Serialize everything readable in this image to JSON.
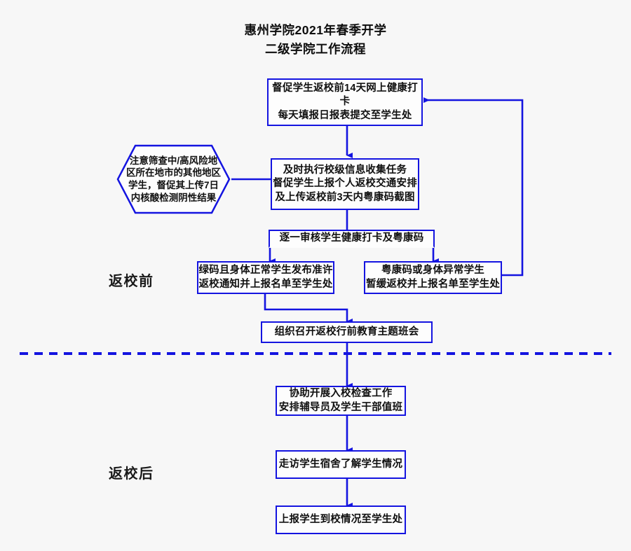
{
  "title": {
    "line1": "惠州学院2021年春季开学",
    "line2": "二级学院工作流程",
    "full": "惠州学院2021年春季开学\n二级学院工作流程"
  },
  "colors": {
    "line": "#1414e0",
    "box_border": "#1414e0",
    "box_fill": "#fdfdfd",
    "background": "#f7f7f7",
    "text": "#101010"
  },
  "phases": [
    {
      "id": "before",
      "label": "返校前"
    },
    {
      "id": "after",
      "label": "返校后"
    }
  ],
  "divider": {
    "style": "dashed",
    "color": "#1414e0"
  },
  "nodes": [
    {
      "id": "health-checkin",
      "shape": "rectangle",
      "text": "督促学生返校前14天网上健康打卡\n每天填报日报表提交至学生处"
    },
    {
      "id": "info-collection",
      "shape": "rectangle",
      "text": "及时执行校级信息收集任务\n督促学生上报个人返校交通安排\n及上传返校前3天内粤康码截图"
    },
    {
      "id": "risk-area-note",
      "shape": "hexagon",
      "text": "注意筛查中/高风险地\n区所在地市的其他地区\n学生，督促其上传7日\n内核酸检测阴性结果"
    },
    {
      "id": "review-one-by-one",
      "shape": "rectangle",
      "text": "逐一审核学生健康打卡及粤康码"
    },
    {
      "id": "green-code-approve",
      "shape": "rectangle",
      "text": "绿码且身体正常学生发布准许\n返校通知并上报名单至学生处"
    },
    {
      "id": "abnormal-postpone",
      "shape": "rectangle",
      "text": "粤康码或身体异常学生\n暂缓返校并上报名单至学生处"
    },
    {
      "id": "pre-return-class-meeting",
      "shape": "rectangle",
      "text": "组织召开返校行前教育主题班会"
    },
    {
      "id": "entry-check",
      "shape": "rectangle",
      "text": "协助开展入校检查工作\n安排辅导员及学生干部值班"
    },
    {
      "id": "dorm-visit",
      "shape": "rectangle",
      "text": "走访学生宿舍了解学生情况"
    },
    {
      "id": "report-arrival",
      "shape": "rectangle",
      "text": "上报学生到校情况至学生处"
    }
  ]
}
